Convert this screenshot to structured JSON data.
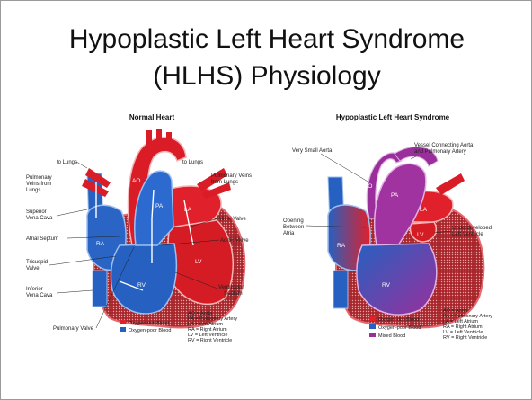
{
  "slide": {
    "title_line1": "Hypoplastic Left Heart Syndrome",
    "title_line2": "(HLHS) Physiology"
  },
  "normal": {
    "title": "Normal Heart",
    "labels": {
      "to_lungs_left": "to Lungs",
      "to_lungs_right": "to Lungs",
      "pulm_veins_left": [
        "Pulmonary",
        "Veins from",
        "Lungs"
      ],
      "pulm_veins_right": [
        "Pulmonary Veins",
        "from Lungs"
      ],
      "svc": [
        "Superior",
        "Vena Cava"
      ],
      "atrial_septum": "Atrial Septum",
      "tricuspid": [
        "Tricuspid",
        "Valve"
      ],
      "ivc": [
        "Inferior",
        "Vena Cava"
      ],
      "pulm_valve": "Pulmonary Valve",
      "mitral": "Mitral Valve",
      "aortic": "Aortic Valve",
      "vent_septum": [
        "Ventricular",
        "Septum"
      ]
    },
    "chambers": {
      "ao": "AO",
      "pa": "PA",
      "la": "LA",
      "lv": "LV",
      "ra": "RA",
      "rv": "RV"
    },
    "legend": [
      {
        "label": "Oxygen-rich Blood",
        "color": "#e0202a"
      },
      {
        "label": "Oxygen-poor Blood",
        "color": "#2660c0"
      }
    ],
    "key": [
      "AO = Aorta",
      "PA = Pulmonary Artery",
      "LA = Left Atrium",
      "RA = Right Atrium",
      "LV = Left Ventricle",
      "RV = Right Ventricle"
    ]
  },
  "hlhs": {
    "title": "Hypoplastic Left Heart Syndrome",
    "labels": {
      "small_aorta": "Very Small Aorta",
      "vessel": [
        "Vessel Connecting Aorta",
        "and Pulmonary Artery"
      ],
      "opening": [
        "Opening",
        "Between",
        "Atria"
      ],
      "underdeveloped": [
        "Underdeveloped",
        "Left Ventricle"
      ]
    },
    "chambers": {
      "ao": "AO",
      "pa": "PA",
      "la": "LA",
      "lv": "LV",
      "ra": "RA",
      "rv": "RV"
    },
    "legend": [
      {
        "label": "Oxygen-rich Blood",
        "color": "#e0202a"
      },
      {
        "label": "Oxygen-poor Blood",
        "color": "#2660c0"
      },
      {
        "label": "Mixed Blood",
        "color": "#9a2f9c"
      }
    ],
    "key": [
      "AO = Aorta",
      "PA = Pulmonary Artery",
      "LA = Left Atrium",
      "RA = Right Atrium",
      "LV = Left Ventricle",
      "RV = Right Ventricle"
    ]
  },
  "colors": {
    "oxygen_rich": "#e0202a",
    "oxygen_poor": "#2660c0",
    "mixed": "#9a2f9c",
    "muscle": "#b0242a"
  }
}
